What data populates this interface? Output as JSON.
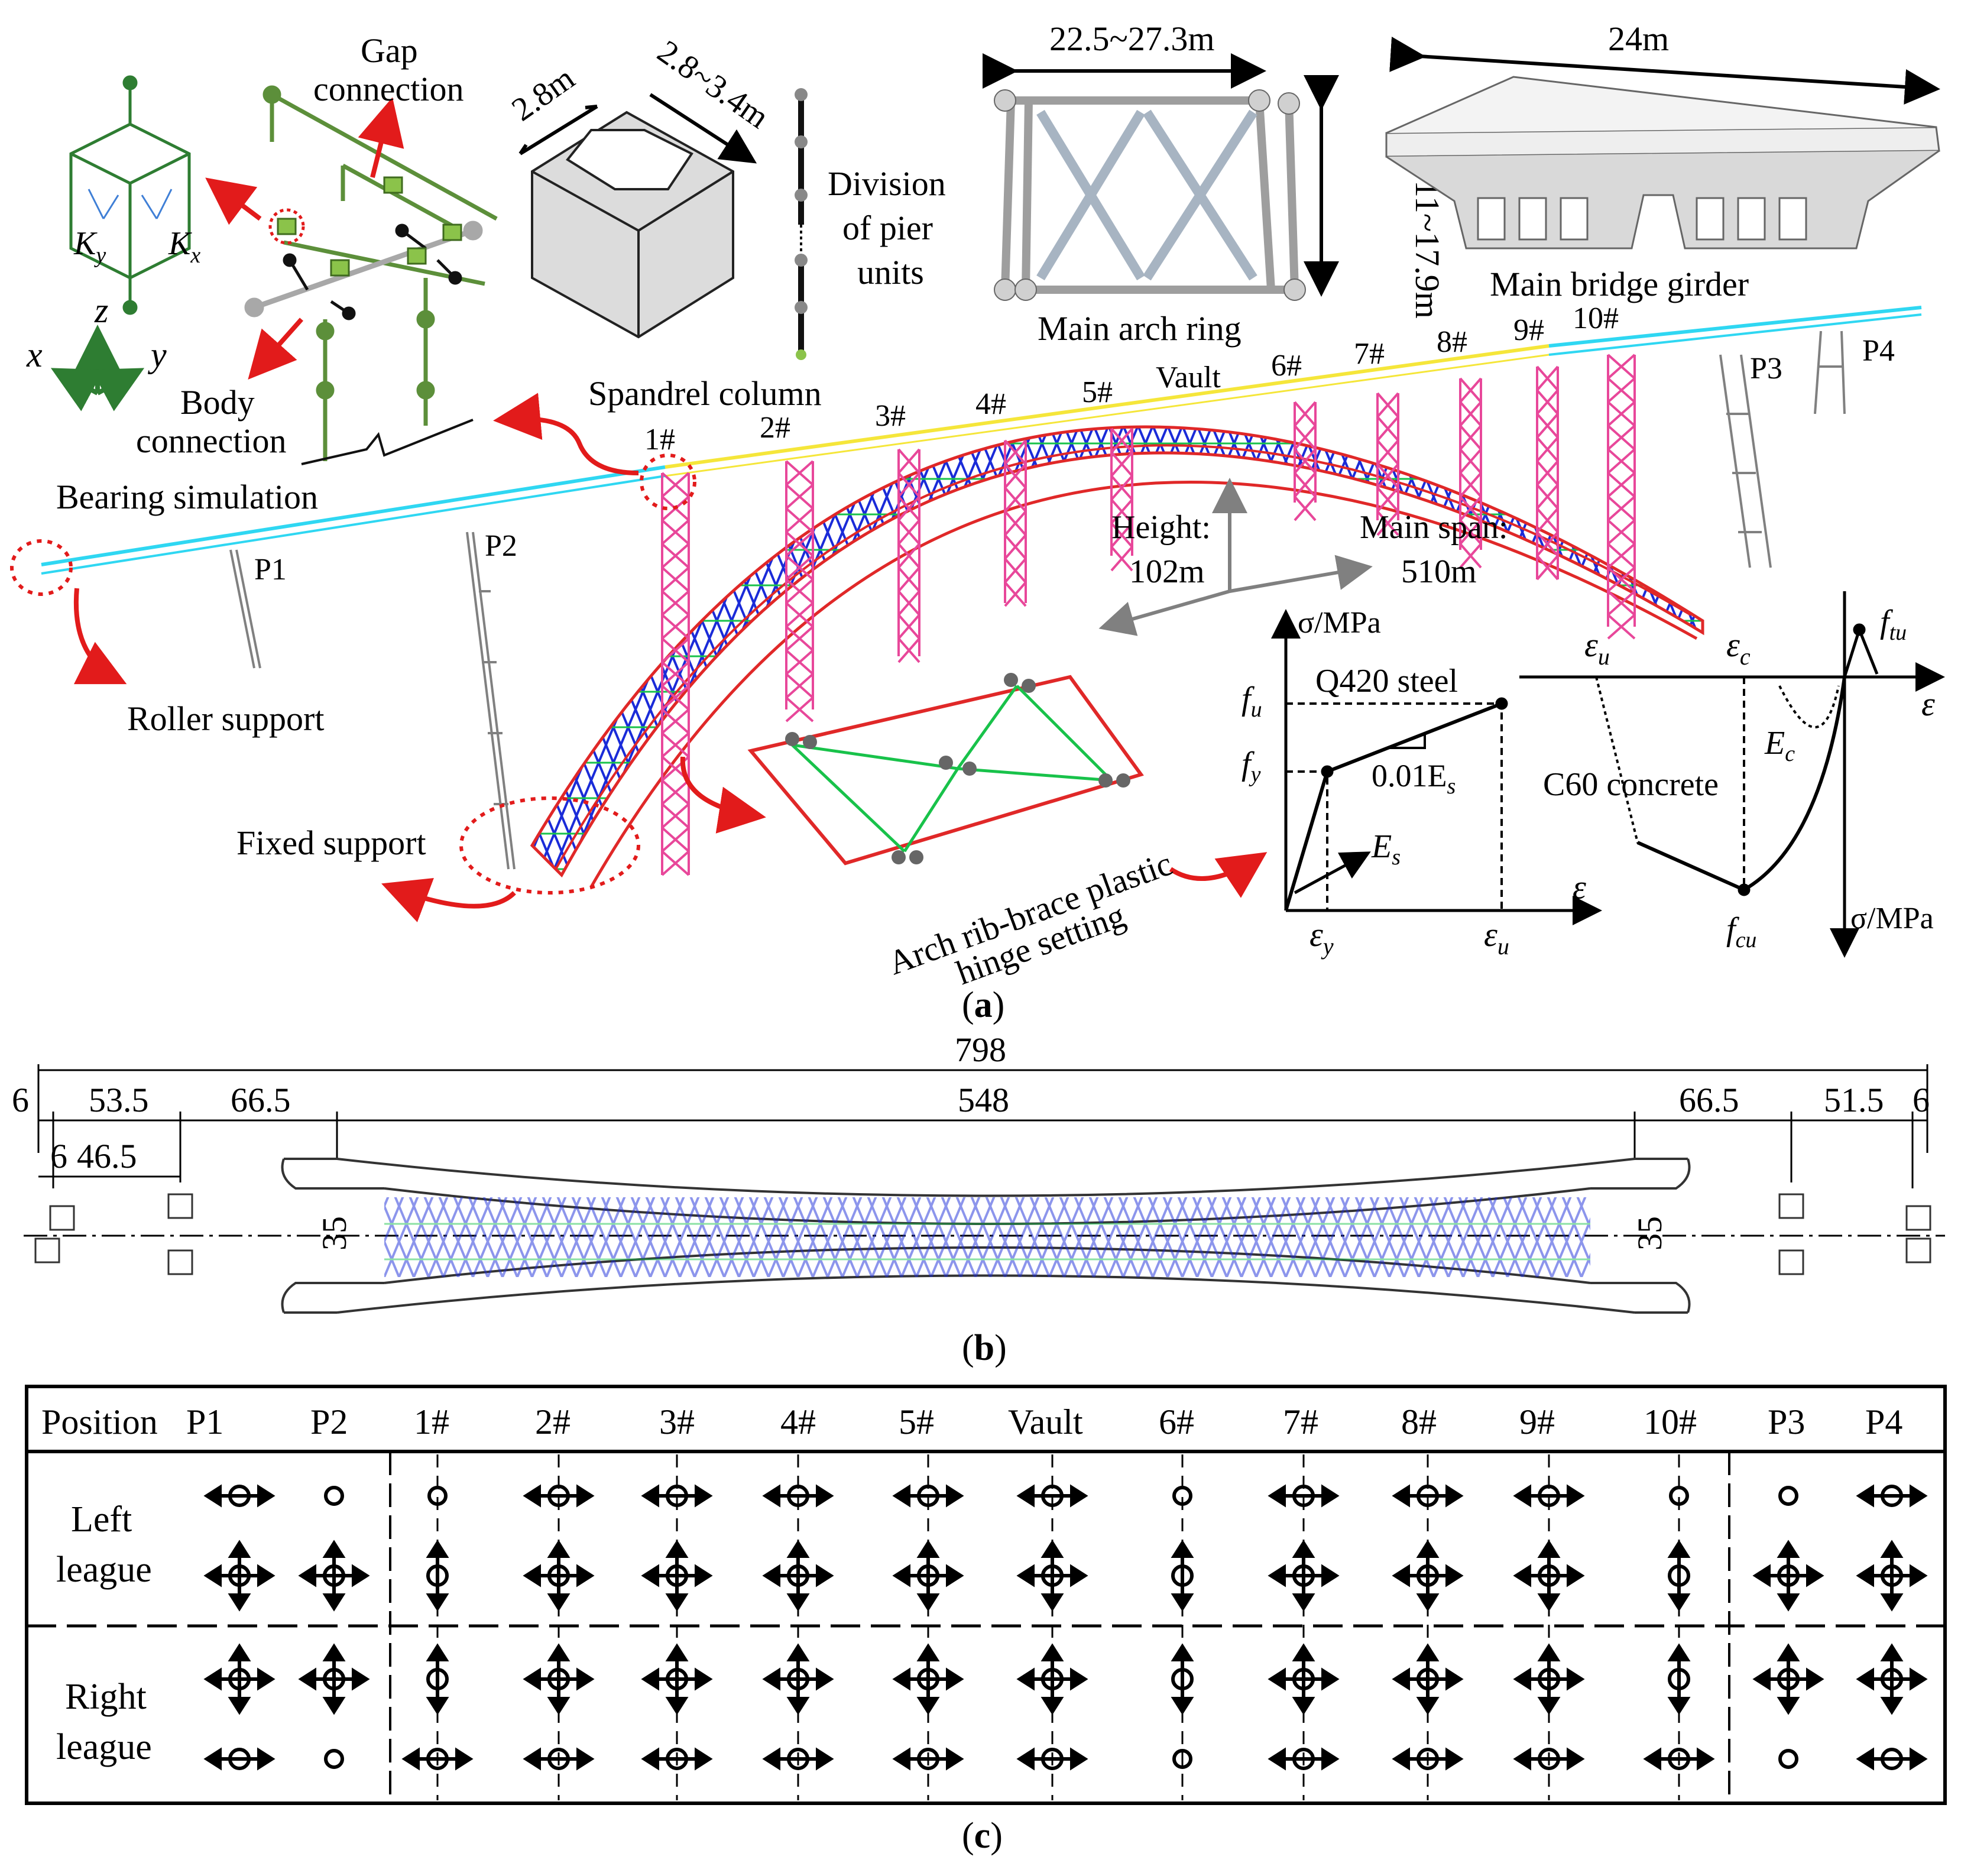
{
  "panel_a": {
    "caption": "a",
    "gap_connection": [
      "Gap",
      "connection"
    ],
    "body_connection": [
      "Body",
      "connection"
    ],
    "bearing_simulation": "Bearing simulation",
    "roller_support": "Roller support",
    "fixed_support": "Fixed support",
    "ky": "K",
    "ky_sub": "y",
    "kx": "K",
    "kx_sub": "x",
    "axis_x": "x",
    "axis_y": "y",
    "axis_z": "z",
    "pier_side": "2.8m",
    "pier_side2": "2.8~3.4m",
    "division": [
      "Division",
      "of pier",
      "units"
    ],
    "spandrel_column": "Spandrel column",
    "arch_ring_width": "22.5~27.3m",
    "arch_ring_height": "11~17.9m",
    "arch_ring_label": "Main arch ring",
    "girder_width": "24m",
    "girder_label": "Main bridge girder",
    "height_label": [
      "Height:",
      "102m"
    ],
    "span_label": [
      "Main span:",
      "510m"
    ],
    "piers": [
      "P1",
      "P2",
      "P3",
      "P4"
    ],
    "columns": [
      "1#",
      "2#",
      "3#",
      "4#",
      "5#",
      "Vault",
      "6#",
      "7#",
      "8#",
      "9#",
      "10#"
    ],
    "hinge_label": [
      "Arch rib-brace plastic",
      "hinge setting"
    ],
    "steel": {
      "y_axis": "σ/MPa",
      "x_axis": "ε",
      "material": "Q420 steel",
      "fu": "f",
      "fu_sub": "u",
      "fy": "f",
      "fy_sub": "y",
      "slope": "0.01E",
      "slope_sub": "s",
      "es": "E",
      "es_sub": "s",
      "ey": "ε",
      "ey_sub": "y",
      "eu": "ε",
      "eu_sub": "u"
    },
    "concrete": {
      "x_axis": "ε",
      "y_axis": "σ/MPa",
      "material": "C60 concrete",
      "eu": "ε",
      "eu_sub": "u",
      "ec": "ε",
      "ec_sub": "c",
      "Ec": "E",
      "Ec_sub": "c",
      "ftu": "f",
      "ftu_sub": "tu",
      "fcu": "f",
      "fcu_sub": "cu"
    }
  },
  "panel_b": {
    "caption": "b",
    "total": "798",
    "main": "548",
    "left_side": "66.5",
    "right_side": "66.5",
    "left_a": "53.5",
    "left_b": "46.5",
    "left_c": "6",
    "left_d": "6",
    "right_a": "51.5",
    "right_b": "6",
    "width_left": "35",
    "width_right": "35"
  },
  "panel_c": {
    "caption": "c",
    "header": [
      "Position",
      "P1",
      "P2",
      "1#",
      "2#",
      "3#",
      "4#",
      "5#",
      "Vault",
      "6#",
      "7#",
      "8#",
      "9#",
      "10#",
      "P3",
      "P4"
    ],
    "left_label": [
      "Left",
      "league"
    ],
    "right_label": [
      "Right",
      "league"
    ],
    "left_top": [
      "h",
      "o",
      "o",
      "h",
      "h",
      "h",
      "h",
      "h",
      "o",
      "h",
      "h",
      "h",
      "o",
      "o",
      "h"
    ],
    "left_bottom": [
      "c",
      "c",
      "v",
      "c",
      "c",
      "c",
      "c",
      "c",
      "v",
      "c",
      "c",
      "c",
      "v",
      "c",
      "c"
    ],
    "right_top": [
      "c",
      "c",
      "v",
      "c",
      "c",
      "c",
      "c",
      "c",
      "v",
      "c",
      "c",
      "c",
      "v",
      "c",
      "c"
    ],
    "right_bottom": [
      "h",
      "o",
      "h",
      "h",
      "h",
      "h",
      "h",
      "h",
      "o",
      "h",
      "h",
      "h",
      "h",
      "o",
      "h"
    ]
  }
}
